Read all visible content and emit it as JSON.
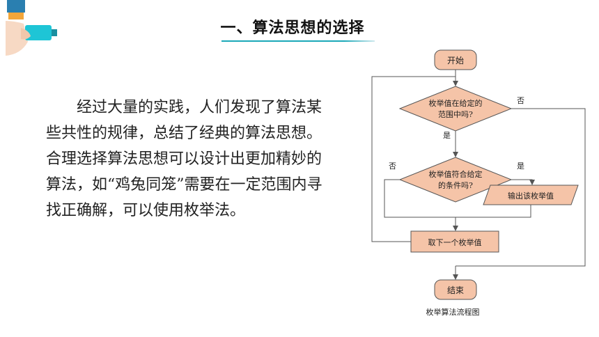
{
  "title": "一、算法思想的选择",
  "paragraph": "经过大量的实践，人们发现了算法某些共性的规律，总结了经典的算法思想。合理选择算法思想可以设计出更加精妙的算法，如“鸡兔同笼”需要在一定范围内寻找正确解，可以使用枚举法。",
  "flowchart": {
    "start": "开始",
    "decision1": [
      "枚举值在给定的",
      "范围中吗?"
    ],
    "no1": "否",
    "yes1": "是",
    "decision2": [
      "枚举值符合给定",
      "的条件吗?"
    ],
    "no2": "否",
    "yes2": "是",
    "output": "输出该枚举值",
    "next": "取下一个枚举值",
    "end": "结束",
    "caption": "枚举算法流程图"
  },
  "colors": {
    "accent": "#1aa8b8",
    "shape_fill": "#f5c4a8",
    "shape_stroke": "#555555"
  }
}
